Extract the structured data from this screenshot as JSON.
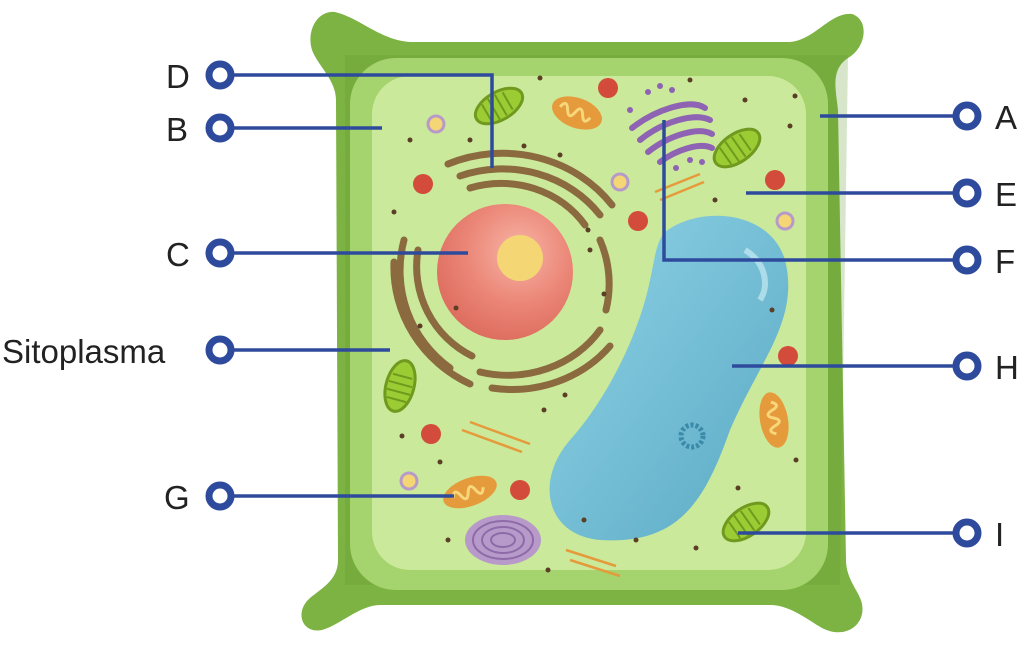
{
  "labels": {
    "a": "A",
    "b": "B",
    "c": "C",
    "d": "D",
    "e": "E",
    "f": "F",
    "g": "G",
    "h": "H",
    "i": "I",
    "sitoplasma": "Sitoplasma"
  },
  "colors": {
    "cell_wall": "#7cb342",
    "cell_wall_dark": "#5f9630",
    "membrane": "#a5d36d",
    "cytoplasm": "#cbe99a",
    "nucleus": "#e4796a",
    "nucleolus": "#f4d675",
    "endoplasmic_reticulum": "#8a6a3e",
    "golgi": "#8e63b3",
    "vacuole": "#6fbad2",
    "chloroplast": "#9ccc33",
    "mitochondria": "#e59a3c",
    "ribosome": "#d34b3a",
    "leader_line": "#2e4a9c",
    "marker_ring": "#2e4a9c"
  }
}
